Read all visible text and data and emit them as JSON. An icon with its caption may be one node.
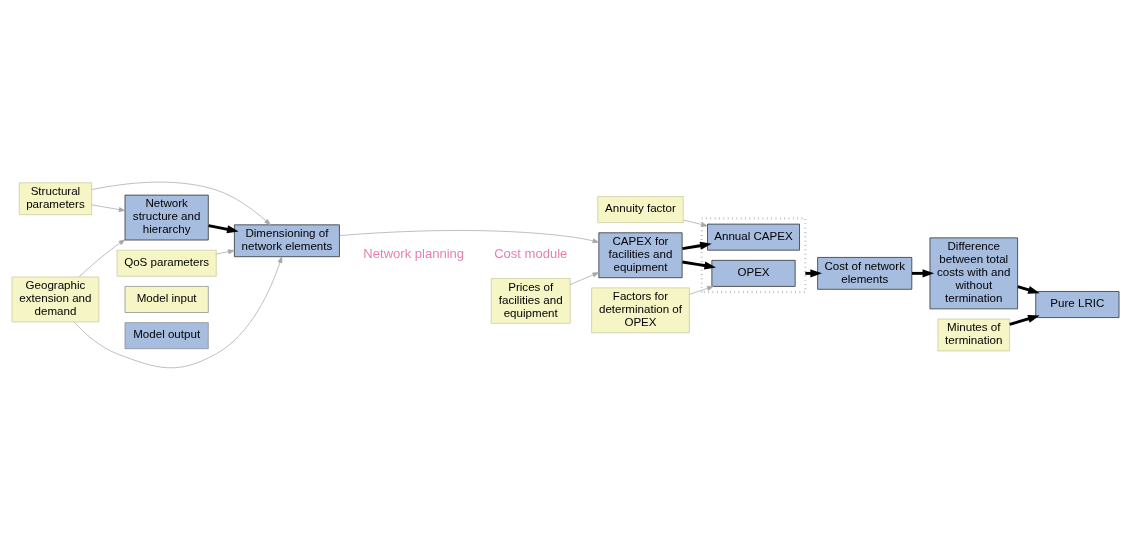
{
  "diagram": {
    "nodes": [
      {
        "text": [
          "Structural parameters"
        ]
      },
      {
        "text": [
          "QoS parameters"
        ]
      },
      {
        "text": [
          "Network structure and hierarchy"
        ]
      },
      {
        "text": [
          "Dimensioning of network elements"
        ]
      },
      {
        "text": [
          "Geographic extension and demand"
        ]
      },
      {
        "text": [
          "Prices of facilities and equipment"
        ]
      },
      {
        "text": [
          "Annuity factor"
        ]
      },
      {
        "text": [
          "CAPEX for facilities and equipment"
        ]
      },
      {
        "text": [],
        "shape": "box"
      },
      {
        "text": [
          "Annual CAPEX"
        ],
        "in": 8
      },
      {
        "text": [
          "OPEX"
        ],
        "in": 8
      },
      {
        "text": [
          "Factors for determination of OPEX"
        ]
      },
      {
        "text": [
          "Cost of network elements"
        ]
      },
      {
        "text": [
          "Minutes of termination"
        ]
      },
      {
        "text": [
          "Difference between total costs with and without termination"
        ]
      },
      {
        "text": [
          "Pure LRIC"
        ]
      }
    ],
    "edges": [
      {
        "from": 0,
        "to": 2,
        "arrow": "to"
      },
      {
        "from": 0,
        "to": 3,
        "arrow": "to"
      },
      {
        "from": 1,
        "to": 3,
        "arrow": "to"
      },
      {
        "from": 4,
        "to": 2,
        "arrow": "to"
      },
      {
        "from": 4,
        "to": 3,
        "arrow": "to"
      },
      {
        "from": 2,
        "to": 3,
        "arrow": "to",
        "style": "thick",
        "color": "#000000"
      },
      {
        "from": 3,
        "to": 7,
        "arrow": "to"
      },
      {
        "from": 5,
        "to": 7,
        "arrow": "to"
      },
      {
        "from": 7,
        "to": 9,
        "arrow": "to",
        "style": "thick",
        "color": "#000000"
      },
      {
        "from": 6,
        "to": 9,
        "arrow": "to"
      },
      {
        "from": 7,
        "to": 10,
        "arrow": "to",
        "style": "thick",
        "color": "#000000"
      },
      {
        "from": 11,
        "to": 10,
        "arrow": "to"
      },
      {
        "from": 8,
        "to": 12,
        "arrow": "to",
        "style": "thick",
        "color": "#000000"
      },
      {
        "from": 12,
        "to": 14,
        "arrow": "to",
        "style": "thick",
        "color": "#000000"
      },
      {
        "from": 14,
        "to": 15,
        "arrow": "to",
        "style": "thick",
        "color": "#000000"
      },
      {
        "from": 13,
        "to": 15,
        "arrow": "to",
        "style": "thick",
        "color": "#000000"
      }
    ],
    "labels": [
      "Network planning",
      "Cost module"
    ],
    "legend": [
      {
        "text": "Model input",
        "color": "#f5f5c6"
      },
      {
        "text": "Model output",
        "color": "#a7bde0"
      }
    ]
  }
}
